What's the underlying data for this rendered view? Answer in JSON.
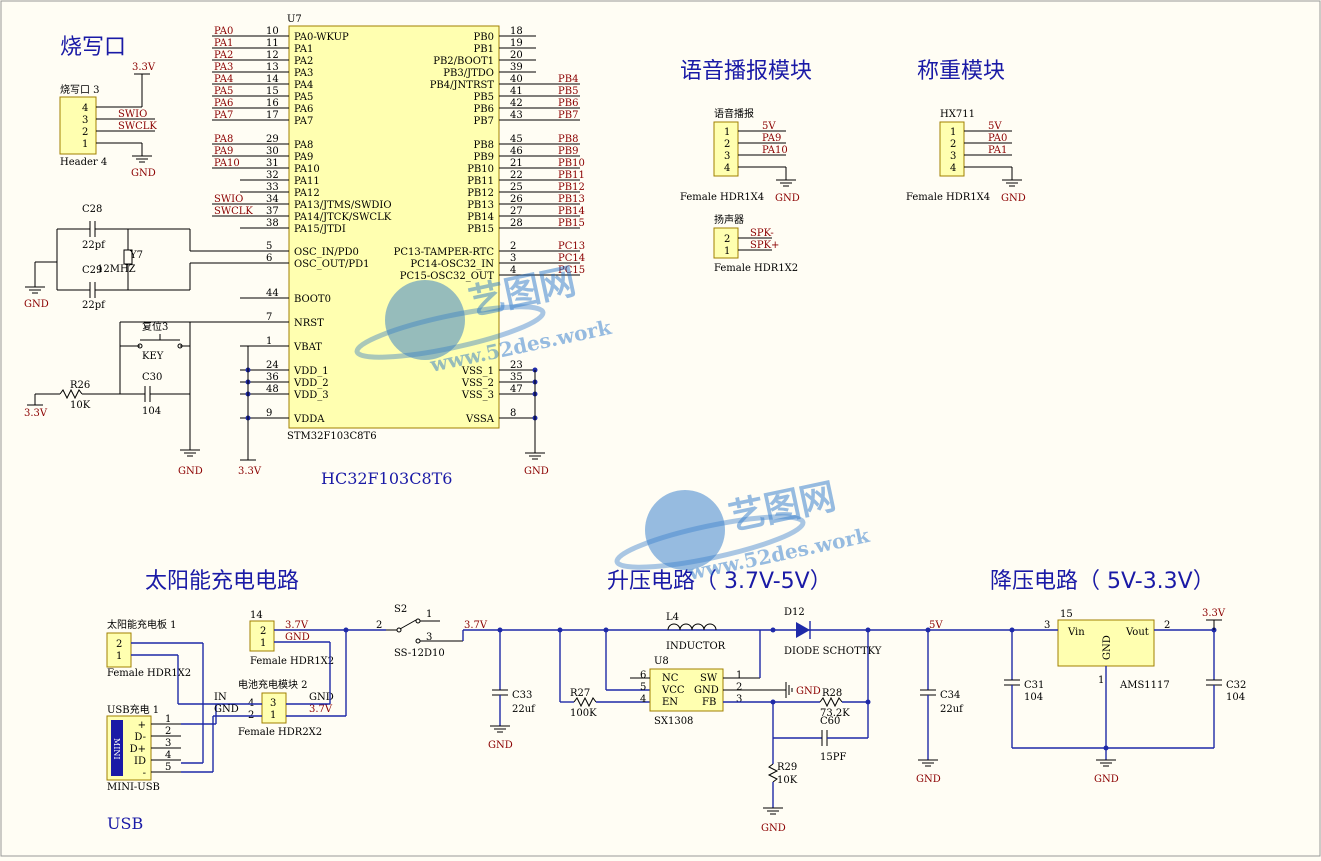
{
  "titles": {
    "burn": "烧写口",
    "voice": "语音播报模块",
    "weigh": "称重模块",
    "solar": "太阳能充电电路",
    "boost": "升压电路（ 3.7V-5V）",
    "buck": "降压电路（ 5V-3.3V）",
    "usb": "USB",
    "mcu_name": "HC32F103C8T6"
  },
  "watermark": {
    "brand": "艺图网",
    "url": "www.52des.work"
  },
  "mcu": {
    "ref": "U7",
    "part": "STM32F103C8T6",
    "left_pins": [
      {
        "num": "10",
        "name": "PA0-WKUP",
        "net": "PA0"
      },
      {
        "num": "11",
        "name": "PA1",
        "net": "PA1"
      },
      {
        "num": "12",
        "name": "PA2",
        "net": "PA2"
      },
      {
        "num": "13",
        "name": "PA3",
        "net": "PA3"
      },
      {
        "num": "14",
        "name": "PA4",
        "net": "PA4"
      },
      {
        "num": "15",
        "name": "PA5",
        "net": "PA5"
      },
      {
        "num": "16",
        "name": "PA6",
        "net": "PA6"
      },
      {
        "num": "17",
        "name": "PA7",
        "net": "PA7"
      },
      {
        "num": "29",
        "name": "PA8",
        "net": "PA8"
      },
      {
        "num": "30",
        "name": "PA9",
        "net": "PA9"
      },
      {
        "num": "31",
        "name": "PA10",
        "net": "PA10"
      },
      {
        "num": "32",
        "name": "PA11",
        "net": ""
      },
      {
        "num": "33",
        "name": "PA12",
        "net": ""
      },
      {
        "num": "34",
        "name": "PA13/JTMS/SWDIO",
        "net": "SWIO"
      },
      {
        "num": "37",
        "name": "PA14/JTCK/SWCLK",
        "net": "SWCLK"
      },
      {
        "num": "38",
        "name": "PA15/JTDI",
        "net": ""
      },
      {
        "num": "5",
        "name": "OSC_IN/PD0",
        "net": ""
      },
      {
        "num": "6",
        "name": "OSC_OUT/PD1",
        "net": ""
      },
      {
        "num": "44",
        "name": "BOOT0",
        "net": ""
      },
      {
        "num": "7",
        "name": "NRST",
        "net": ""
      },
      {
        "num": "1",
        "name": "VBAT",
        "net": ""
      },
      {
        "num": "24",
        "name": "VDD_1",
        "net": ""
      },
      {
        "num": "36",
        "name": "VDD_2",
        "net": ""
      },
      {
        "num": "48",
        "name": "VDD_3",
        "net": ""
      },
      {
        "num": "9",
        "name": "VDDA",
        "net": ""
      }
    ],
    "right_pins": [
      {
        "num": "18",
        "name": "PB0",
        "net": ""
      },
      {
        "num": "19",
        "name": "PB1",
        "net": ""
      },
      {
        "num": "20",
        "name": "PB2/BOOT1",
        "net": ""
      },
      {
        "num": "39",
        "name": "PB3/JTDO",
        "net": ""
      },
      {
        "num": "40",
        "name": "PB4/JNTRST",
        "net": "PB4"
      },
      {
        "num": "41",
        "name": "PB5",
        "net": "PB5"
      },
      {
        "num": "42",
        "name": "PB6",
        "net": "PB6"
      },
      {
        "num": "43",
        "name": "PB7",
        "net": "PB7"
      },
      {
        "num": "45",
        "name": "PB8",
        "net": "PB8"
      },
      {
        "num": "46",
        "name": "PB9",
        "net": "PB9"
      },
      {
        "num": "21",
        "name": "PB10",
        "net": "PB10"
      },
      {
        "num": "22",
        "name": "PB11",
        "net": "PB11"
      },
      {
        "num": "25",
        "name": "PB12",
        "net": "PB12"
      },
      {
        "num": "26",
        "name": "PB13",
        "net": "PB13"
      },
      {
        "num": "27",
        "name": "PB14",
        "net": "PB14"
      },
      {
        "num": "28",
        "name": "PB15",
        "net": "PB15"
      },
      {
        "num": "2",
        "name": "PC13-TAMPER-RTC",
        "net": "PC13"
      },
      {
        "num": "3",
        "name": "PC14-OSC32_IN",
        "net": "PC14"
      },
      {
        "num": "4",
        "name": "PC15-OSC32_OUT",
        "net": "PC15"
      },
      {
        "num": "23",
        "name": "VSS_1",
        "net": ""
      },
      {
        "num": "35",
        "name": "VSS_2",
        "net": ""
      },
      {
        "num": "47",
        "name": "VSS_3",
        "net": ""
      },
      {
        "num": "8",
        "name": "VSSA",
        "net": ""
      }
    ]
  },
  "burn_header": {
    "ref": "烧写口 3",
    "part": "Header 4",
    "pins": [
      "4",
      "3",
      "2",
      "1"
    ],
    "nets": [
      "",
      "SWIO",
      "SWCLK",
      ""
    ],
    "v": "3.3V",
    "gnd": "GND"
  },
  "osc": {
    "c28": "C28",
    "c28v": "22pf",
    "c29": "C29",
    "c29v": "22pf",
    "y": "Y7",
    "yv": "12MHZ",
    "gnd": "GND"
  },
  "reset": {
    "ref": "复位3",
    "part": "KEY",
    "r": "R26",
    "rv": "10K",
    "c": "C30",
    "cv": "104",
    "v": "3.3V",
    "gnd": "GND"
  },
  "mcu_power": {
    "v": "3.3V",
    "gnd": "GND"
  },
  "voice_header": {
    "ref": "语音播报",
    "part": "Female HDR1X4",
    "pins": [
      "1",
      "2",
      "3",
      "4"
    ],
    "nets": [
      "5V",
      "PA9",
      "PA10",
      ""
    ],
    "gnd": "GND"
  },
  "speaker_header": {
    "ref": "扬声器",
    "part": "Female HDR1X2",
    "pins": [
      "2",
      "1"
    ],
    "nets": [
      "SPK-",
      "SPK+"
    ]
  },
  "hx711": {
    "ref": "HX711",
    "part": "Female HDR1X4",
    "pins": [
      "1",
      "2",
      "3",
      "4"
    ],
    "nets": [
      "5V",
      "PA0",
      "PA1",
      ""
    ],
    "gnd": "GND"
  },
  "solar_panel": {
    "ref": "太阳能充电板 1",
    "part": "Female HDR1X2",
    "pins": [
      "2",
      "1"
    ]
  },
  "usb_conn": {
    "ref": "USB充电 1",
    "part": "MINI-USB",
    "logo": "MINI",
    "pins": [
      "1",
      "2",
      "3",
      "4",
      "5"
    ],
    "names": [
      "+",
      "D-",
      "D+",
      "ID",
      "-"
    ]
  },
  "j14": {
    "ref": "14",
    "part": "Female HDR1X2",
    "pins": [
      "2",
      "1"
    ],
    "nets": [
      "3.7V",
      "GND"
    ]
  },
  "charger": {
    "ref": "电池充电模块 2",
    "part": "Female HDR2X2",
    "pins": [
      "4",
      "3",
      "2",
      "1"
    ],
    "in": "IN",
    "gnd_l": "GND",
    "gnd_r": "GND",
    "out": "3.7V"
  },
  "switch": {
    "ref": "S2",
    "part": "SS-12D10",
    "pins": [
      "1",
      "2",
      "3"
    ],
    "net": "3.7V"
  },
  "boost": {
    "c33": "C33",
    "c33v": "22uf",
    "r27": "R27",
    "r27v": "100K",
    "l4": "L4",
    "l4v": "INDUCTOR",
    "d12": "D12",
    "d12v": "DIODE SCHOTTKY",
    "u8": "U8",
    "u8v": "SX1308",
    "u8l": [
      "NC",
      "VCC",
      "EN"
    ],
    "u8lp": [
      "6",
      "5",
      "4"
    ],
    "u8r": [
      "SW",
      "GND",
      "FB"
    ],
    "u8rp": [
      "1",
      "2",
      "3"
    ],
    "r28": "R28",
    "r28v": "73.2K",
    "c60": "C60",
    "c60v": "15PF",
    "r29": "R29",
    "r29v": "10K",
    "net5v": "5V",
    "c34": "C34",
    "c34v": "22uf",
    "gnd": "GND"
  },
  "buck": {
    "ref": "15",
    "part": "AMS1117",
    "vin": "Vin",
    "vout": "Vout",
    "gndpin": "GND",
    "pins": [
      "3",
      "2",
      "1"
    ],
    "c31": "C31",
    "c31v": "104",
    "c32": "C32",
    "c32v": "104",
    "v": "3.3V",
    "gnd": "GND"
  }
}
